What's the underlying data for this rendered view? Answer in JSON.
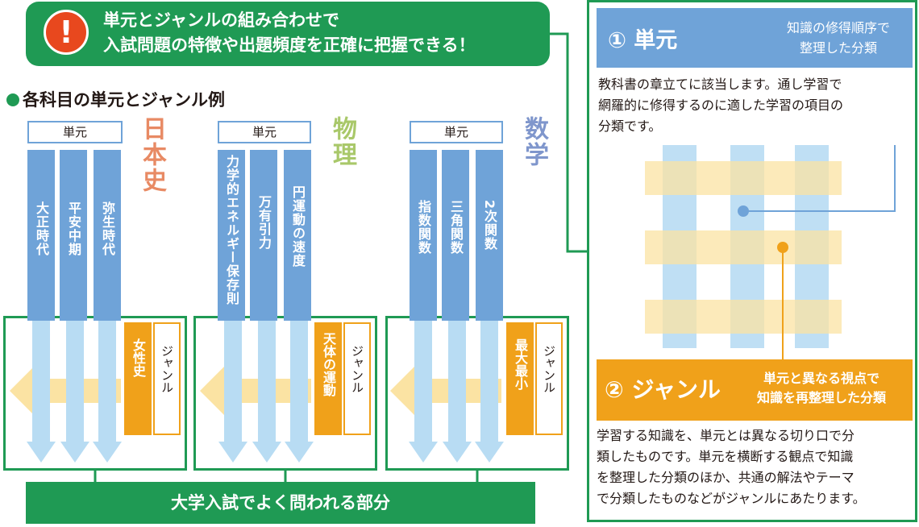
{
  "banner": {
    "icon": "exclamation-icon",
    "text": "単元とジャンルの組み合わせで\n入試問題の特徴や出題頻度を正確に把握できる！"
  },
  "section_title": "各科目の単元とジャンル例",
  "unit_label": "単元",
  "genre_label": "ジャンル",
  "subjects": [
    {
      "name": "日本史",
      "units": [
        "大正時代",
        "平安中期",
        "弥生時代"
      ],
      "genre": "女性史",
      "name_color": "#e88a64"
    },
    {
      "name": "物理",
      "units": [
        "力学的エネルギー保存則",
        "万有引力",
        "円運動の速度"
      ],
      "genre": "天体の運動",
      "name_color": "#a9c86a"
    },
    {
      "name": "数学",
      "units": [
        "指数関数",
        "三角関数",
        "2次関数"
      ],
      "genre": "最大最小",
      "name_color": "#7f96cc"
    }
  ],
  "bottom_label": "大学入試でよく問われる部分",
  "panel": {
    "tangen_title": "① 単元",
    "tangen_sub": "知識の修得順序で\n整理した分類",
    "tangen_desc": "教科書の章立てに該当します。通し学習で\n網羅的に修得するのに適した学習の項目の\n分類です。",
    "genre_title": "② ジャンル",
    "genre_sub": "単元と異なる視点で\n知識を再整理した分類",
    "genre_desc": "学習する知識を、単元とは異なる切り口で分\n類したものです。単元を横断する観点で知識\nを整理した分類のほか、共通の解法やテーマ\nで分類したものなどがジャンルにあたります。"
  },
  "colors": {
    "green": "#1f9a54",
    "blue": "#6fa3d8",
    "light_blue": "#b8dcf3",
    "orange": "#f0a11a",
    "light_orange": "#fbe3a3",
    "red": "#e8481e"
  }
}
